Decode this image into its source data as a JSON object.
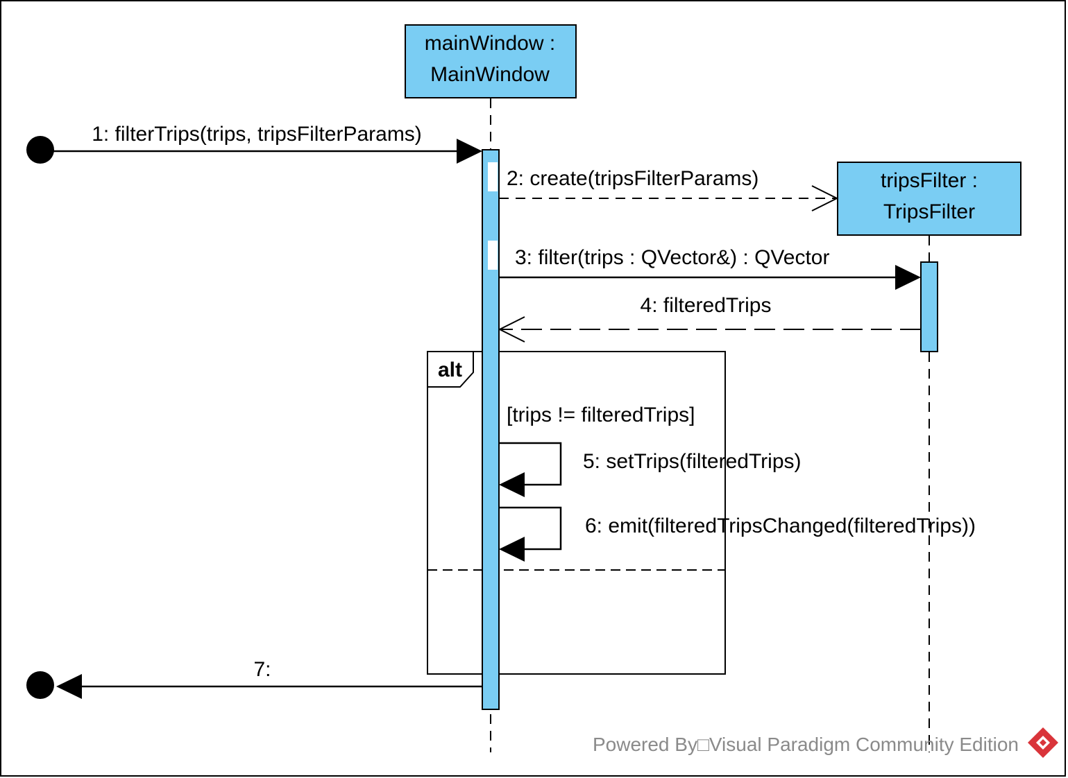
{
  "colors": {
    "object_fill": "#7ACDF3",
    "line": "#000000",
    "watermark_text": "#8a8a8a",
    "watermark_logo": "#D9343A"
  },
  "lifelines": [
    {
      "id": "mainWindow",
      "name_line1": "mainWindow :",
      "name_line2": "MainWindow"
    },
    {
      "id": "tripsFilter",
      "name_line1": "tripsFilter :",
      "name_line2": "TripsFilter"
    }
  ],
  "messages": [
    {
      "label": "1: filterTrips(trips, tripsFilterParams)",
      "kind": "found-sync"
    },
    {
      "label": "2: create(tripsFilterParams)",
      "kind": "create"
    },
    {
      "label": "3: filter(trips : QVector&) : QVector",
      "kind": "sync"
    },
    {
      "label": "4: filteredTrips",
      "kind": "reply"
    },
    {
      "label": "5: setTrips(filteredTrips)",
      "kind": "self"
    },
    {
      "label": "6: emit(filteredTripsChanged(filteredTrips))",
      "kind": "self"
    },
    {
      "label": "7:",
      "kind": "lost-reply"
    }
  ],
  "fragment": {
    "operator": "alt",
    "guard": "[trips != filteredTrips]"
  },
  "watermark": {
    "text": "Powered By□Visual Paradigm Community Edition",
    "icon": "visual-paradigm-logo-icon"
  }
}
